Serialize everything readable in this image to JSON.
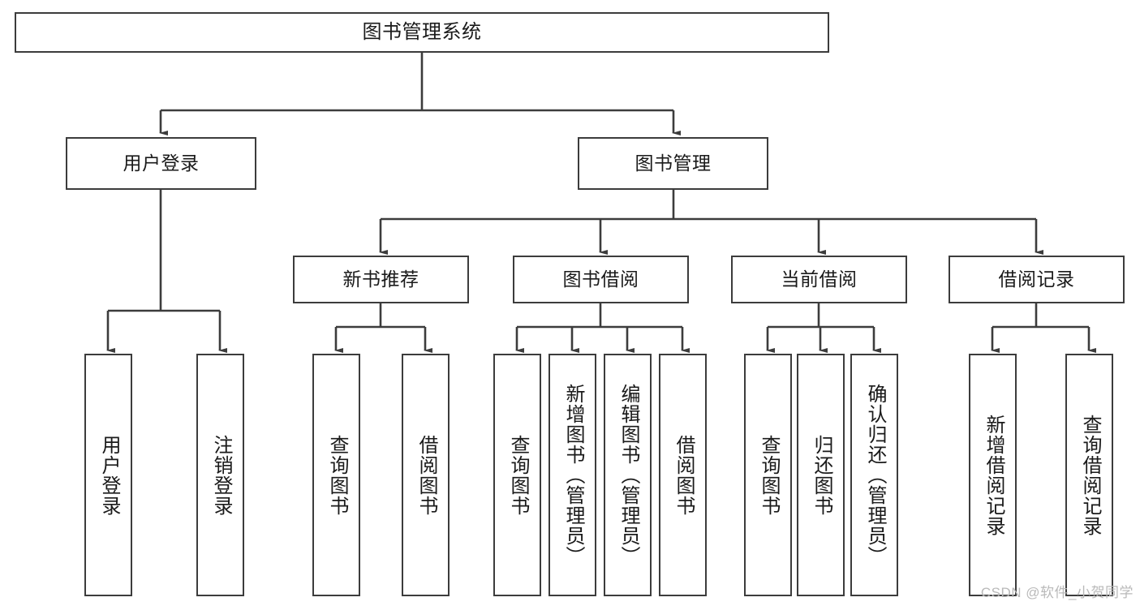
{
  "diagram": {
    "title": "图书管理系统",
    "type": "tree",
    "stroke_color": "#3c3c3c",
    "fill_color": "#ffffff",
    "text_color": "#1a1a1a",
    "watermark": "CSDN @软件_小贺同学"
  },
  "nodes": {
    "root": {
      "label": "图书管理系统"
    },
    "level2": [
      {
        "label": "用户登录"
      },
      {
        "label": "图书管理"
      }
    ],
    "level3": [
      {
        "label": "新书推荐"
      },
      {
        "label": "图书借阅"
      },
      {
        "label": "当前借阅"
      },
      {
        "label": "借阅记录"
      }
    ],
    "leaves": {
      "user_login": [
        {
          "label": "用户登录"
        },
        {
          "label": "注销登录"
        }
      ],
      "new_book_recommend": [
        {
          "label": "查询图书"
        },
        {
          "label": "借阅图书"
        }
      ],
      "book_borrow": [
        {
          "label": "查询图书"
        },
        {
          "label": "新增图书（管理员）"
        },
        {
          "label": "编辑图书（管理员）"
        },
        {
          "label": "借阅图书"
        }
      ],
      "current_borrow": [
        {
          "label": "查询图书"
        },
        {
          "label": "归还图书"
        },
        {
          "label": "确认归还（管理员）"
        }
      ],
      "borrow_record": [
        {
          "label": "新增借阅记录"
        },
        {
          "label": "查询借阅记录"
        }
      ]
    }
  }
}
